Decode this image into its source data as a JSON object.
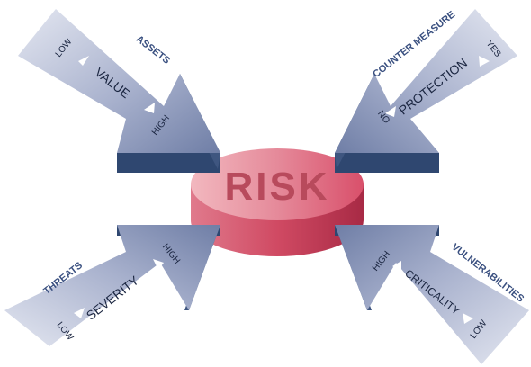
{
  "center": {
    "label": "RISK"
  },
  "arrows": {
    "assets": {
      "category": "ASSETS",
      "measure": "VALUE",
      "low": "LOW",
      "high": "HIGH"
    },
    "counter_measure": {
      "category": "COUNTER MEASURE",
      "measure": "PROTECTION",
      "low": "NO",
      "high": "YES"
    },
    "threats": {
      "category": "THREATS",
      "measure": "SEVERITY",
      "low": "LOW",
      "high": "HIGH"
    },
    "vulnerabilities": {
      "category": "VULNERABILITIES",
      "measure": "CRITICALITY",
      "low": "LOW",
      "high": "HIGH"
    }
  },
  "colors": {
    "arrow_top": "#9ea8c8",
    "arrow_side": "#3f5680",
    "arrow_label": "#3a5080",
    "disc_top": "#e58a9a",
    "disc_side": "#c23a55",
    "risk_text": "#b84a5c"
  }
}
